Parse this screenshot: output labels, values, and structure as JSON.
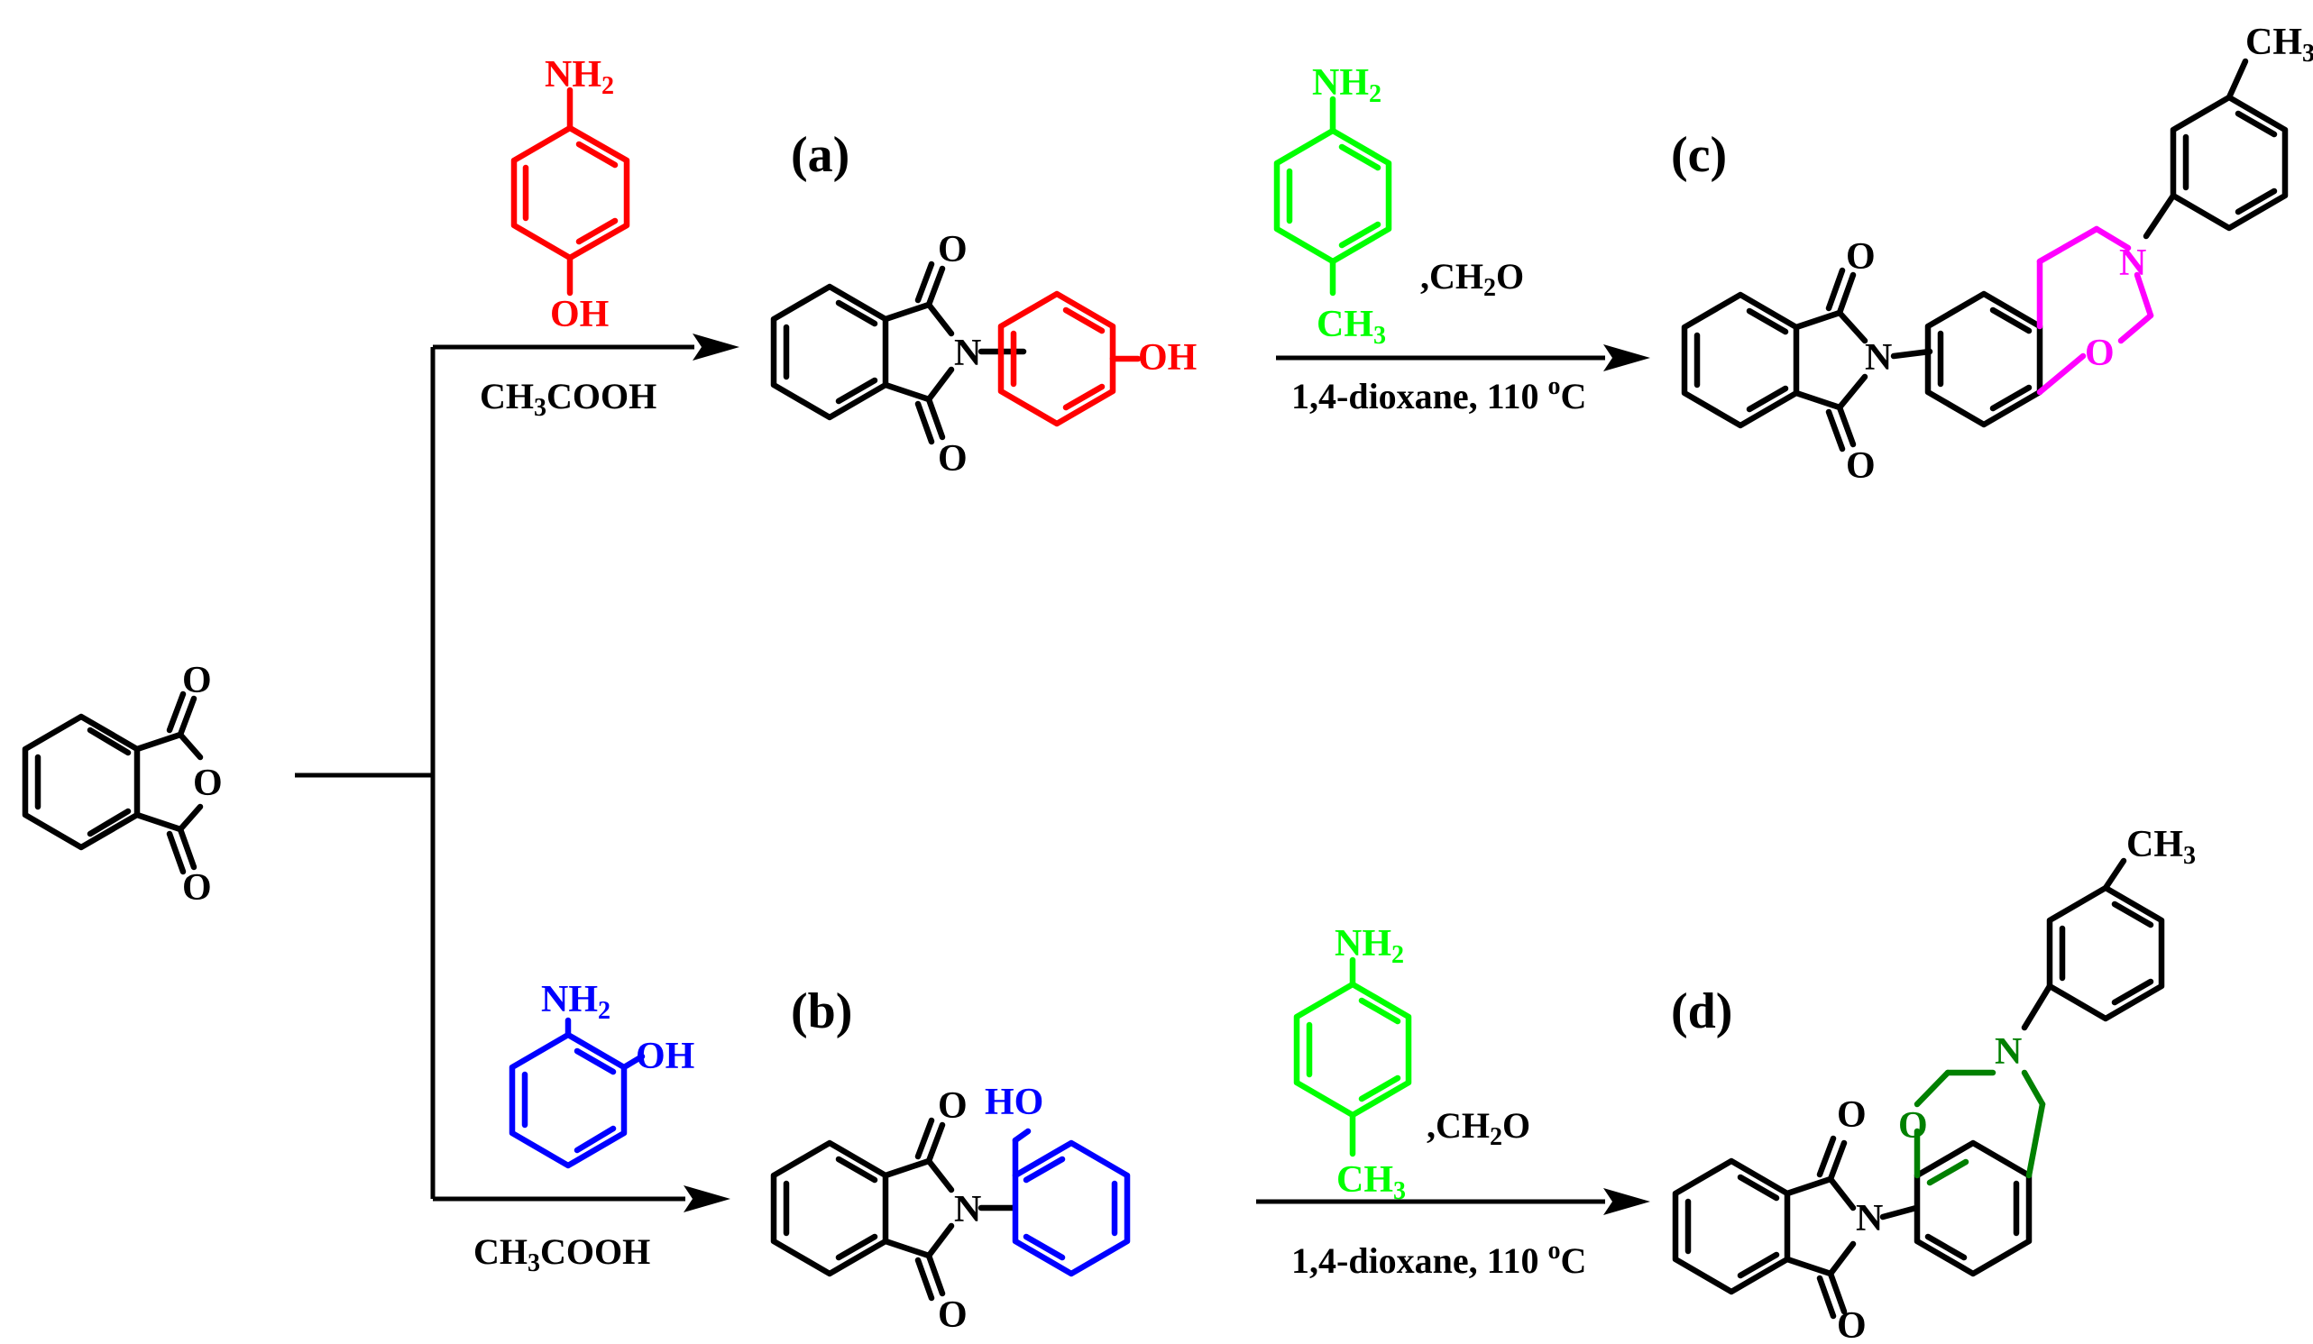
{
  "colors": {
    "black": "#000000",
    "red": "#ff0000",
    "green": "#00ff00",
    "blue": "#0000ff",
    "magenta": "#ff00ff",
    "dark_green": "#008000"
  },
  "labels": {
    "a": "(a)",
    "b": "(b)",
    "c": "(c)",
    "d": "(d)"
  },
  "atoms": {
    "O": "O",
    "N": "N",
    "OH": "OH",
    "HO": "HO",
    "NH": "NH",
    "two": "2",
    "CH": "CH",
    "three": "3"
  },
  "conditions": {
    "ch3cooh_top_a": "CH",
    "ch3cooh_top_b": "COOH",
    "ch3cooh_bottom_a": "CH",
    "ch3cooh_bottom_b": "COOH",
    "ch2o_top_a": ",CH",
    "ch2o_top_b": "O",
    "ch2o_bottom_a": ",CH",
    "ch2o_bottom_b": "O",
    "dioxane_top_a": "1,4-dioxane, 110 ",
    "dioxane_top_b": "o",
    "dioxane_top_c": "C",
    "dioxane_bottom_a": "1,4-dioxane, 110 ",
    "dioxane_bottom_b": "o",
    "dioxane_bottom_c": "C"
  }
}
